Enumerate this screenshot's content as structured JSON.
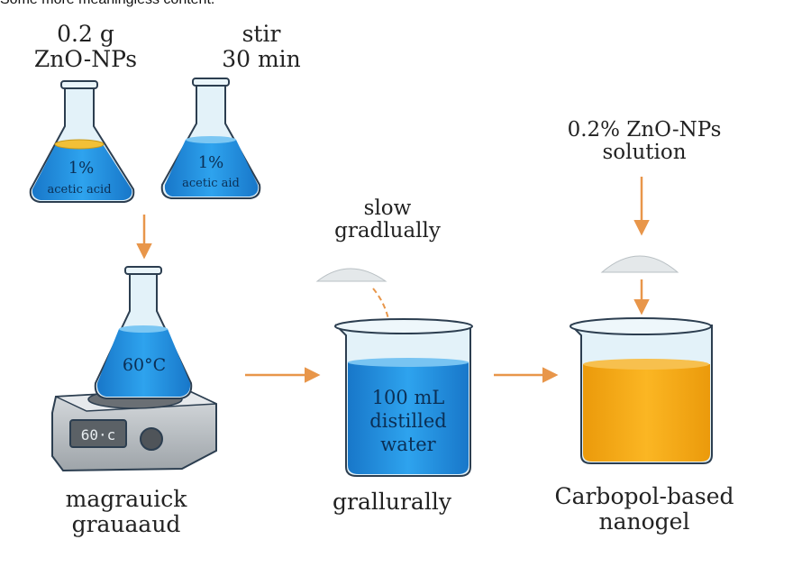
{
  "header_note": "Some more meaningless content.",
  "step1": {
    "amount": "0.2 g",
    "material": "ZnO-NPs",
    "flask_percent": "1%",
    "flask_solvent": "acetic acid"
  },
  "step2": {
    "action": "stir",
    "duration": "30 min",
    "flask_percent": "1%",
    "flask_solvent": "acetic aid"
  },
  "heating": {
    "flask_temp": "60°C",
    "display": "60·c",
    "caption_line1": "magrauick",
    "caption_line2": "grauaaud"
  },
  "beaker": {
    "addition_line1": "slow",
    "addition_line2": "gradlually",
    "content_line1": "100 mL",
    "content_line2": "distilled",
    "content_line3": "water",
    "caption": "grallurally"
  },
  "product": {
    "added_line1": "0.2% ZnO-NPs",
    "added_line2": "solution",
    "caption_line1": "Carbopol-based",
    "caption_line2": "nanogel"
  },
  "colors": {
    "solution_blue": "#1e8fe0",
    "gel_orange": "#f3a712",
    "arrow": "#e8964a",
    "glass": "#dff0f8",
    "outline": "#2c3e50"
  }
}
